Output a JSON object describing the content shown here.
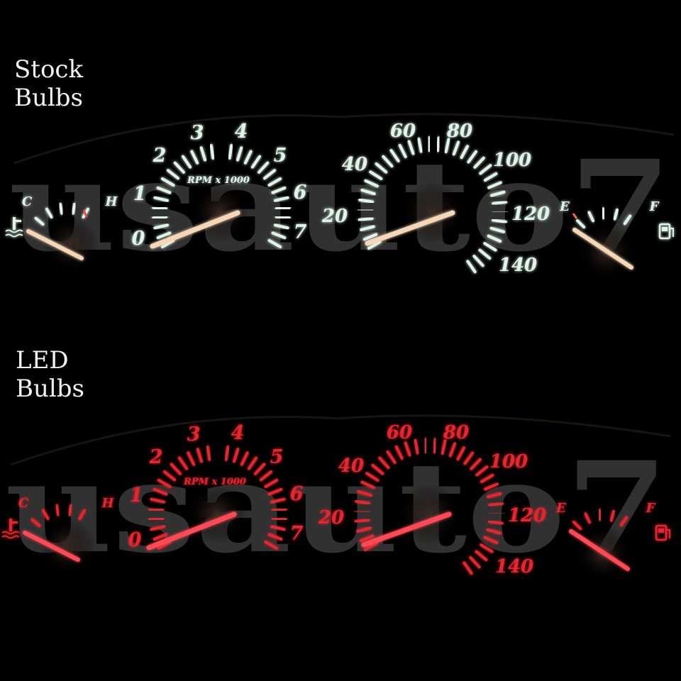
{
  "captions": {
    "stock": "Stock\nBulbs",
    "led": "LED\nBulbs"
  },
  "watermark": "usauto7",
  "colors": {
    "stock_glow": "#dff5ec",
    "led_glow": "#e5252f",
    "stock_needle": "#f5d7b8",
    "led_needle": "#ff4a55",
    "watermark": "#5a5a5a"
  },
  "gauges": {
    "temperature": {
      "low_label": "C",
      "high_label": "H",
      "icon": "coolant-temp-icon"
    },
    "tachometer": {
      "unit_label": "RPM x 1000",
      "ticks": [
        "0",
        "1",
        "2",
        "3",
        "4",
        "5",
        "6",
        "7"
      ]
    },
    "speedometer": {
      "ticks": [
        "20",
        "40",
        "60",
        "80",
        "100",
        "120",
        "140"
      ]
    },
    "fuel": {
      "empty_label": "E",
      "full_label": "F",
      "icon": "fuel-pump-icon"
    }
  }
}
